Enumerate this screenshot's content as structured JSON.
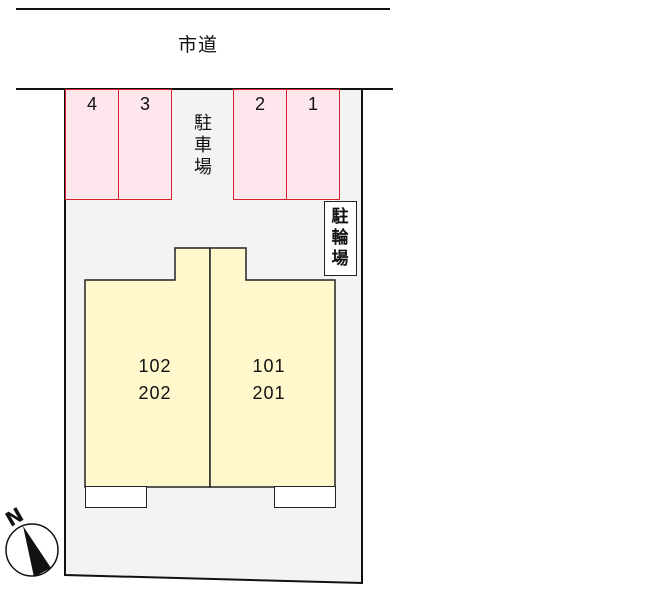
{
  "road": {
    "label": "市道"
  },
  "parking": {
    "label": "駐車場",
    "spaces": [
      {
        "id": "4",
        "label": "4"
      },
      {
        "id": "3",
        "label": "3"
      },
      {
        "id": "2",
        "label": "2"
      },
      {
        "id": "1",
        "label": "1"
      }
    ]
  },
  "bicycle_parking": {
    "label": "駐輪場"
  },
  "building": {
    "units": [
      {
        "first_floor": "102",
        "second_floor": "202"
      },
      {
        "first_floor": "101",
        "second_floor": "201"
      }
    ]
  },
  "compass": {
    "label": "N"
  },
  "colors": {
    "lot_fill": "#f3f3f3",
    "parking_fill": "#fde6ec",
    "parking_border": "#d4202f",
    "building_fill": "#fff8cc",
    "outline": "#111111"
  }
}
